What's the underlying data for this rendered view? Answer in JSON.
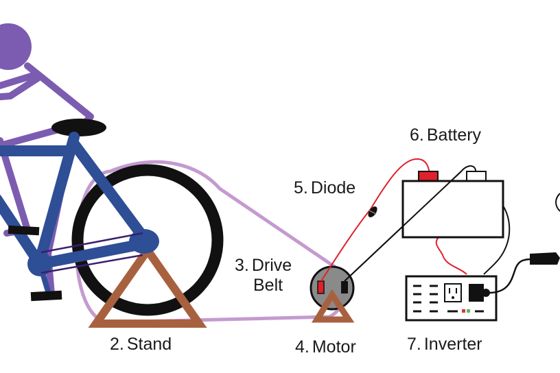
{
  "title": "Bicycle Generator System",
  "colors": {
    "rider": "#7b5cb0",
    "frame": "#2e4e96",
    "tire": "#111111",
    "belt": "#c49ad0",
    "stand": "#a8613f",
    "motor_body": "#8a8a8a",
    "positive_wire": "#e0202a",
    "negative_wire": "#111111",
    "led_red": "#d9363e",
    "led_green": "#5cb85c"
  },
  "components": [
    {
      "id": "stand",
      "number": "2.",
      "name": "Stand"
    },
    {
      "id": "drive-belt",
      "number": "3.",
      "name": "Drive",
      "name_line2": "Belt"
    },
    {
      "id": "motor",
      "number": "4.",
      "name": "Motor"
    },
    {
      "id": "diode",
      "number": "5.",
      "name": "Diode"
    },
    {
      "id": "battery",
      "number": "6.",
      "name": "Battery"
    },
    {
      "id": "inverter",
      "number": "7.",
      "name": "Inverter"
    }
  ]
}
